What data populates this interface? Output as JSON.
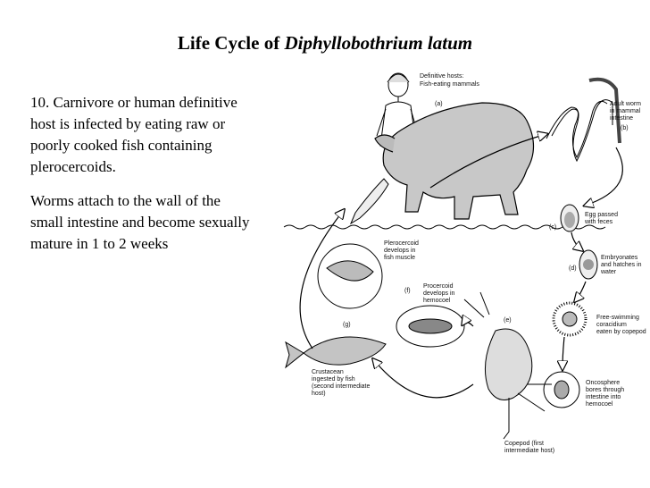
{
  "title": {
    "prefix": "Life Cycle of ",
    "species": "Diphyllobothrium latum"
  },
  "text": {
    "p1": "10.  Carnivore or human definitive host is infected by eating raw or poorly cooked fish containing plerocercoids.",
    "p2": "Worms attach to the wall of the small intestine and become sexually mature in 1 to 2 weeks"
  },
  "diagram": {
    "definitive_hosts": [
      "Definitive hosts:",
      "Fish-eating mammals"
    ],
    "stage_a": "(a)",
    "stage_b": "(b)",
    "adult_worm": [
      "Adult worm",
      "in mammal",
      "intestine"
    ],
    "stage_c": "(c)",
    "egg": [
      "Egg passed",
      "with feces"
    ],
    "stage_d": "(d)",
    "embryonates": [
      "Embryonates",
      "and hatches in",
      "water"
    ],
    "coracidium": [
      "Free-swimming",
      "coracidium",
      "eaten by copepod"
    ],
    "stage_e": "(e)",
    "oncosphere": [
      "Oncosphere",
      "bores through",
      "intestine into",
      "hemocoel"
    ],
    "copepod": [
      "Copepod (first",
      "intermediate host)"
    ],
    "stage_f": "(f)",
    "procercoid": [
      "Procercoid",
      "develops in",
      "hemocoel"
    ],
    "plerocercoid": [
      "Plerocercoid",
      "develops in",
      "fish muscle"
    ],
    "stage_g": "(g)",
    "crustacean": [
      "Crustacean",
      "ingested by fish",
      "(second intermediate",
      "host)"
    ]
  }
}
